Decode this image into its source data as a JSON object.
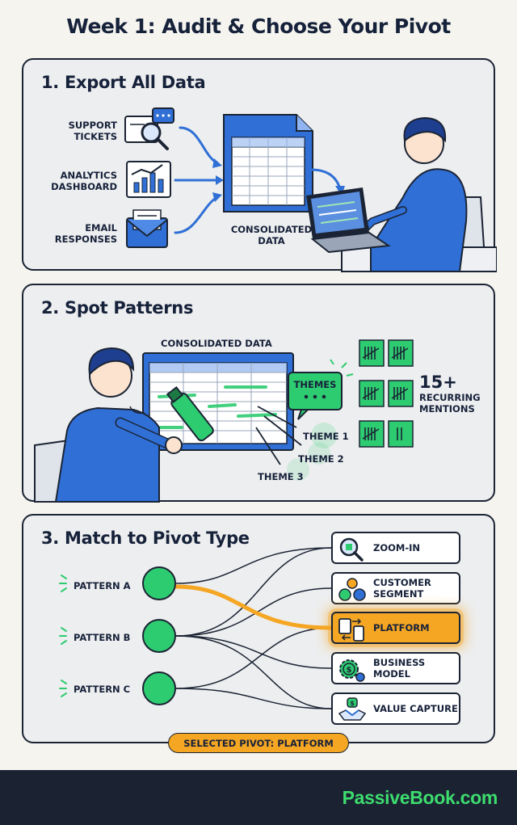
{
  "title": "Week 1: Audit & Choose Your Pivot",
  "step1": {
    "heading": "1. Export All Data",
    "sources": [
      "SUPPORT TICKETS",
      "ANALYTICS DASHBOARD",
      "EMAIL RESPONSES"
    ],
    "output_label": "CONSOLIDATED DATA"
  },
  "step2": {
    "heading": "2. Spot Patterns",
    "sheet_label": "CONSOLIDATED DATA",
    "bubble": "THEMES",
    "themes": [
      "THEME 1",
      "THEME 2",
      "THEME 3"
    ],
    "count": "15+",
    "count_label": "RECURRING MENTIONS"
  },
  "step3": {
    "heading": "3. Match to Pivot Type",
    "patterns": [
      "PATTERN A",
      "PATTERN B",
      "PATTERN C"
    ],
    "pivots": [
      "ZOOM-IN",
      "CUSTOMER SEGMENT",
      "PLATFORM",
      "BUSINESS MODEL",
      "VALUE CAPTURE"
    ],
    "selected": "SELECTED PIVOT: PLATFORM"
  },
  "footer": {
    "brand": "PassiveBook.com"
  },
  "colors": {
    "accent_green": "#2ecc71",
    "highlight_orange": "#f5a623",
    "ink": "#1b2434",
    "blue": "#2f6fd6"
  }
}
